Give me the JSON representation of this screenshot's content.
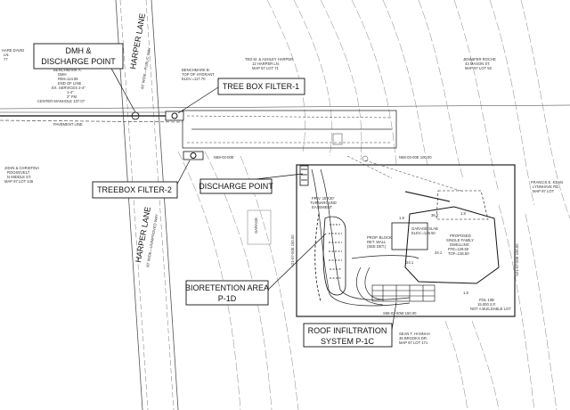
{
  "callouts": {
    "dmh_line1": "DMH &",
    "dmh_line2": "DISCHARGE POINT",
    "tree_box_1": "TREE BOX FILTER-1",
    "treebox_2": "TREEBOX FILTER-2",
    "discharge_point": "DISCHARGE POINT",
    "bioretention_line1": "BIORETENTION AREA",
    "bioretention_line2": "P-1D",
    "roof_line1": "ROOF INFILTRATION",
    "roof_line2": "SYSTEM P-1C"
  },
  "streets": {
    "harper_lane_top": "HARPER LANE",
    "harper_lane_bottom": "HARPER LANE",
    "row_note_top": "60' WIDE—PUBLIC WAY",
    "row_note_bottom": "60' WIDE—UNIMPROVED WAY"
  },
  "owners": {
    "harper_top": [
      "TED M. & ASHLEY HARPER",
      "12 HARPER LN.",
      "MAP 97 LOT 71"
    ],
    "roche": [
      "JENNIFER ROCHE",
      "43 MASON ST.",
      "MAP 97 LOT 53"
    ],
    "top_left": [
      "HARE DAVID",
      "LN.",
      "77"
    ],
    "osborne": [
      "JOHN & CHRISTINA",
      "ROOSEVELT",
      "N MIDDLE ST.",
      "MAP 97 LOT 146"
    ],
    "francis": [
      "FRANCIS E. KEAN",
      "LYNNHAVE RD.",
      "MAP 97 LOT"
    ],
    "hannah": [
      "SEAN T. HANNAH",
      "35 BROOKS DR.",
      "MAP 97 LOT 171"
    ]
  },
  "notes": {
    "benchmark_a": [
      "BENCHMARK A:",
      "DMH",
      "RIM=114.55",
      "END OF LINE",
      "EX. SERVICES 2-4\"",
      "1-4\"",
      "2\" FM",
      "CENTER MANHOLE 107.07"
    ],
    "benchmark_b": [
      "BENCHMARK B:",
      "TOP OF HYDRANT",
      "ELEV.=117.70"
    ],
    "pavement": "PAVEMENT LINE",
    "garage_slab": [
      "GARAGE SLAB",
      "ELEV.=126.50"
    ],
    "proposed_house": [
      "PROPOSED",
      "SINGLE FAMILY",
      "DWELLING",
      "FFE=129.50",
      "TOF=126.50"
    ],
    "turnaround": [
      "PRIV. 15'X30'",
      "TURNAROUND",
      "EASEMENT"
    ],
    "block_wall": [
      "PROP. BLOCK",
      "RET. WALL",
      "(SEE DET.)"
    ],
    "lot_area": [
      "POL 10B",
      "15,000 S.F.",
      "NOT A BUILDABLE LOT"
    ],
    "garage": "GARAGE",
    "bearing_top": "N68-03-00E",
    "bearing_east": "N68-03-00E 100.00",
    "bearing_south": "S68-03-00W 150.00",
    "dist_left": "N21-57-00E 150.00",
    "dist_right": "N21-57-00E 100.00",
    "elev_marks": [
      "36.2",
      "1.8",
      "1.8",
      "34.1",
      "24.1",
      "1.8"
    ]
  }
}
